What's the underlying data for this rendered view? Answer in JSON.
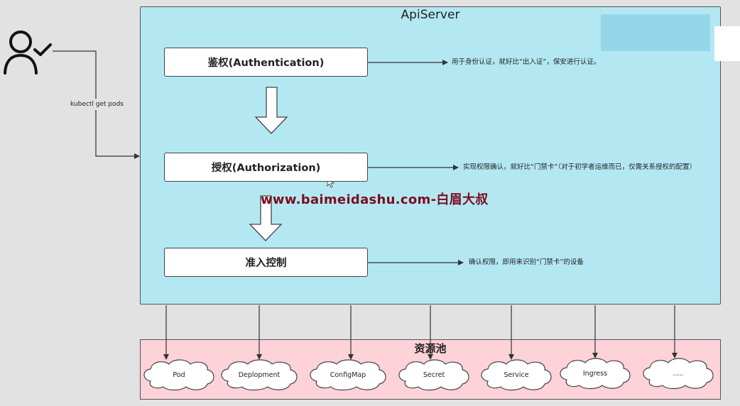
{
  "apiserver": {
    "title": "ApiServer"
  },
  "user": {
    "icon": "user-check-icon",
    "command": "kubectl get pods"
  },
  "steps": [
    {
      "label": "鉴权(Authentication)",
      "note": "用于身份认证，就好比“出入证”，保安进行认证。"
    },
    {
      "label": "授权(Authorization)",
      "note": "实现权限确认，就好比“门禁卡”（对于初学者运维而已，仅需关系授权的配置）"
    },
    {
      "label": "准入控制",
      "note": "确认权限，即用来识别“门禁卡”的设备"
    }
  ],
  "resource_pool": {
    "title": "资源池",
    "items": [
      "Pod",
      "Deplopment",
      "ConfigMap",
      "Secret",
      "Service",
      "Ingress",
      "....."
    ]
  },
  "watermark": "www.baimeidashu.com-白眉大叔",
  "colors": {
    "apiserver_fill": "#b3e8f3",
    "pool_fill": "#fdd2d8",
    "watermark": "#7c0c1d"
  }
}
